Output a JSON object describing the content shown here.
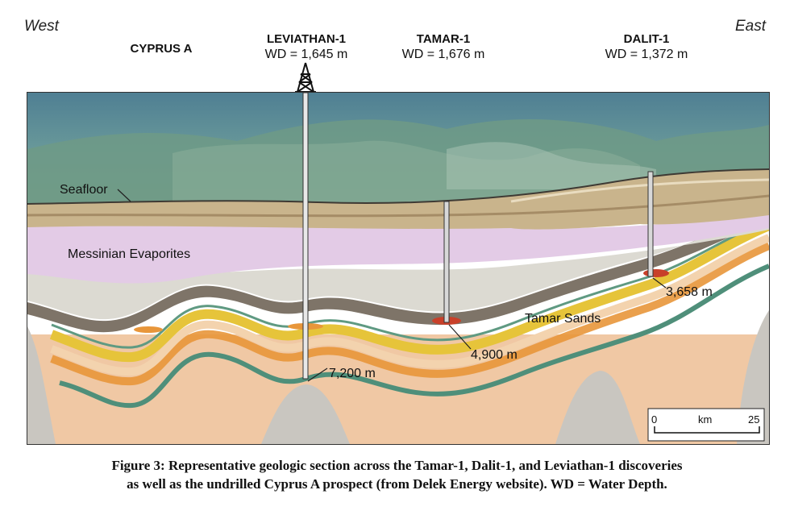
{
  "header": {
    "west": "West",
    "east": "East"
  },
  "wells": [
    {
      "name": "CYPRUS A",
      "wd": ""
    },
    {
      "name": "LEVIATHAN-1",
      "wd": "WD = 1,645 m"
    },
    {
      "name": "TAMAR-1",
      "wd": "WD = 1,676 m"
    },
    {
      "name": "DALIT-1",
      "wd": "WD = 1,372 m"
    }
  ],
  "labels": {
    "seafloor": "Seafloor",
    "messinian": "Messinian Evaporites",
    "tamar_sands": "Tamar Sands",
    "depth_leviathan": "7,200 m",
    "depth_tamar": "4,900 m",
    "depth_dalit": "3,658 m"
  },
  "scale": {
    "min": "0",
    "unit": "km",
    "max": "25"
  },
  "caption": {
    "line1": "Figure 3: Representative geologic section across the Tamar-1, Dalit-1, and Leviathan-1 discoveries",
    "line2": "as well as the undrilled Cyprus A prospect (from Delek Energy website). WD = Water Depth."
  },
  "colors": {
    "sea": "#5f8fa0",
    "seabed": "#6f9a86",
    "sediment_tan": "#c9b48c",
    "evaporites": "#e3cbe6",
    "pale_gray": "#dcdad2",
    "dark_shale": "#7e7468",
    "yellow_sand": "#e6c43a",
    "orange_layer": "#e8963a",
    "green_layer": "#4f8f7a",
    "peach": "#efc6a0",
    "basement_gray": "#c9c6c0",
    "gas": "#c8402a"
  }
}
